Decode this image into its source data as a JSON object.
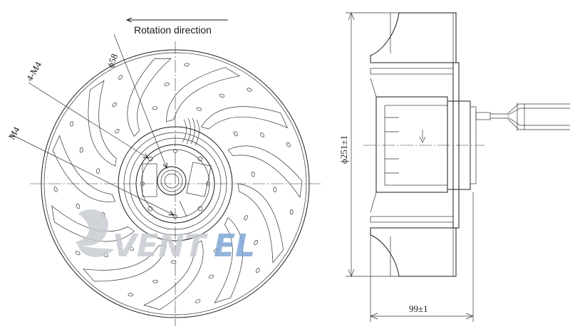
{
  "labels": {
    "rotation": "Rotation direction",
    "diameter_58": "ϕ58",
    "holes_4m4": "4-M4",
    "hole_m4": "M4",
    "diameter_251": "ϕ251±1",
    "width_99": "99±1"
  },
  "watermark": {
    "part1": "VENT",
    "part2": "EL"
  },
  "colors": {
    "line": "#1a1a1a",
    "watermark_gray": "#c8ccd2",
    "watermark_blue": "#7fa7d6"
  }
}
